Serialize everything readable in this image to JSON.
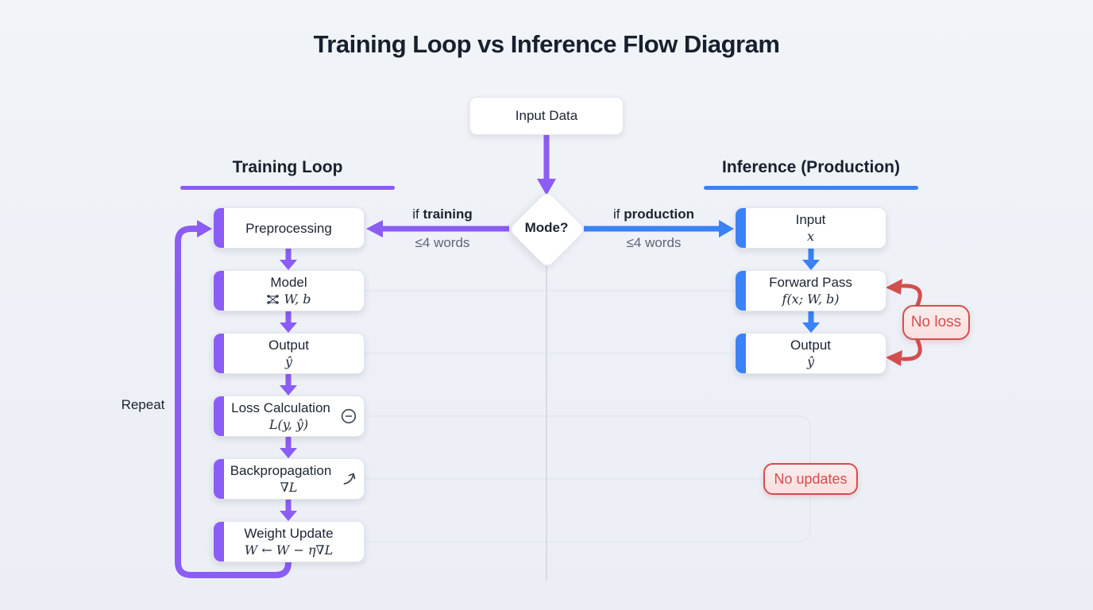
{
  "title": "Training Loop vs Inference Flow Diagram",
  "nodes": {
    "input_data": "Input Data"
  },
  "decision": {
    "label": "Mode?"
  },
  "branches": {
    "left": {
      "prefix": "if ",
      "keyword": "training",
      "note": "≤4 words"
    },
    "right": {
      "prefix": "if ",
      "keyword": "production",
      "note": "≤4 words"
    }
  },
  "training": {
    "header": "Training Loop",
    "loop_label": "Repeat",
    "steps": [
      {
        "title": "Preprocessing"
      },
      {
        "title": "Model",
        "formula": "W, b",
        "icon": "network-icon"
      },
      {
        "title": "Output",
        "formula": "ŷ"
      },
      {
        "title": "Loss Calculation",
        "formula": "L(y, ŷ)",
        "icon": "circled-minus-icon"
      },
      {
        "title": "Backpropagation",
        "formula": "∇L",
        "icon": "curved-arrow-up-icon"
      },
      {
        "title": "Weight Update",
        "formula": "W ← W − η∇L"
      }
    ]
  },
  "inference": {
    "header": "Inference (Production)",
    "steps": [
      {
        "title": "Input",
        "formula": "x"
      },
      {
        "title": "Forward Pass",
        "formula": "f(x; W, b)"
      },
      {
        "title": "Output",
        "formula": "ŷ"
      }
    ],
    "annotations": [
      {
        "label": "No loss"
      },
      {
        "label": "No updates"
      }
    ]
  },
  "colors": {
    "training_accent": "#8b5cf6",
    "inference_accent": "#3b82f6",
    "annotation_red": "#d24e4e",
    "background": "#eef1f6"
  }
}
